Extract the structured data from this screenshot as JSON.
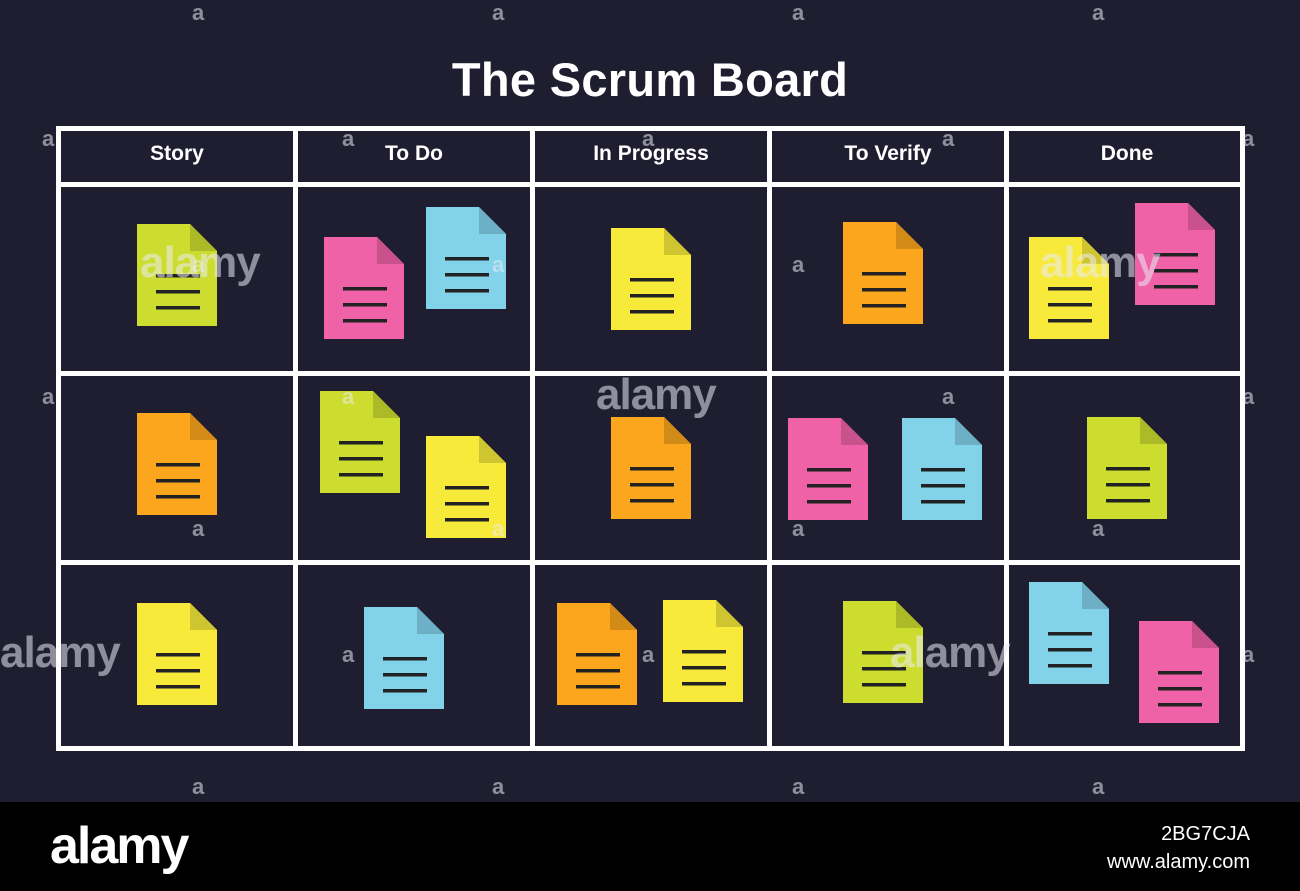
{
  "title": "The Scrum Board",
  "columns": [
    "Story",
    "To Do",
    "In Progress",
    "To Verify",
    "Done"
  ],
  "colors": {
    "background": "#1e1e30",
    "grid": "#ffffff",
    "lime": "#cddd2f",
    "yellow": "#f7ea3a",
    "orange": "#fba61d",
    "pink": "#f062a7",
    "blue": "#82d2ea",
    "text_lines": "#222222"
  },
  "board": [
    [
      [
        "lime"
      ],
      [
        "pink",
        "blue"
      ],
      [
        "yellow"
      ],
      [
        "orange"
      ],
      [
        "yellow",
        "pink"
      ]
    ],
    [
      [
        "orange"
      ],
      [
        "lime",
        "yellow"
      ],
      [
        "orange"
      ],
      [
        "pink",
        "blue"
      ],
      [
        "lime"
      ]
    ],
    [
      [
        "yellow"
      ],
      [
        "blue"
      ],
      [
        "orange",
        "yellow"
      ],
      [
        "lime"
      ],
      [
        "blue",
        "pink"
      ]
    ]
  ],
  "watermark": {
    "logo": "alamy",
    "id": "2BG7CJA",
    "url": "www.alamy.com"
  }
}
